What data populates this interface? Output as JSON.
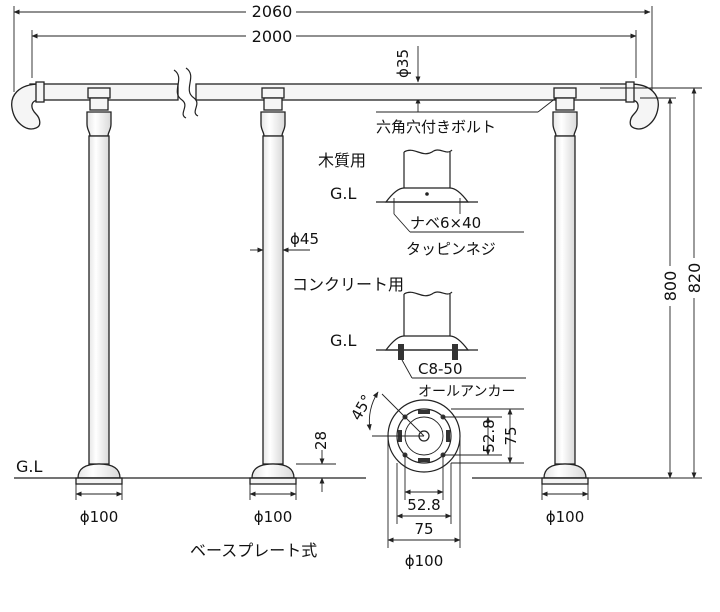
{
  "dimensions": {
    "total_width": "2060",
    "rail_width": "2000",
    "rail_diameter": "ϕ35",
    "post_diameter": "ϕ45",
    "post_height": "800",
    "overall_height": "820",
    "base_plate_height": "28",
    "base_diameter": "ϕ100",
    "bolt_pitch": "52.8",
    "plate_inner": "75",
    "angle": "45°"
  },
  "labels": {
    "hex_bolt": "六角穴付きボルト",
    "wood_use": "木質用",
    "concrete_use": "コンクリート用",
    "ground_line": "G.L",
    "tapping_screw_size": "ナベ6×40",
    "tapping_screw": "タッピンネジ",
    "anchor_size": "C8-50",
    "anchor": "オールアンカー",
    "base_plate_type": "ベースプレート式"
  }
}
